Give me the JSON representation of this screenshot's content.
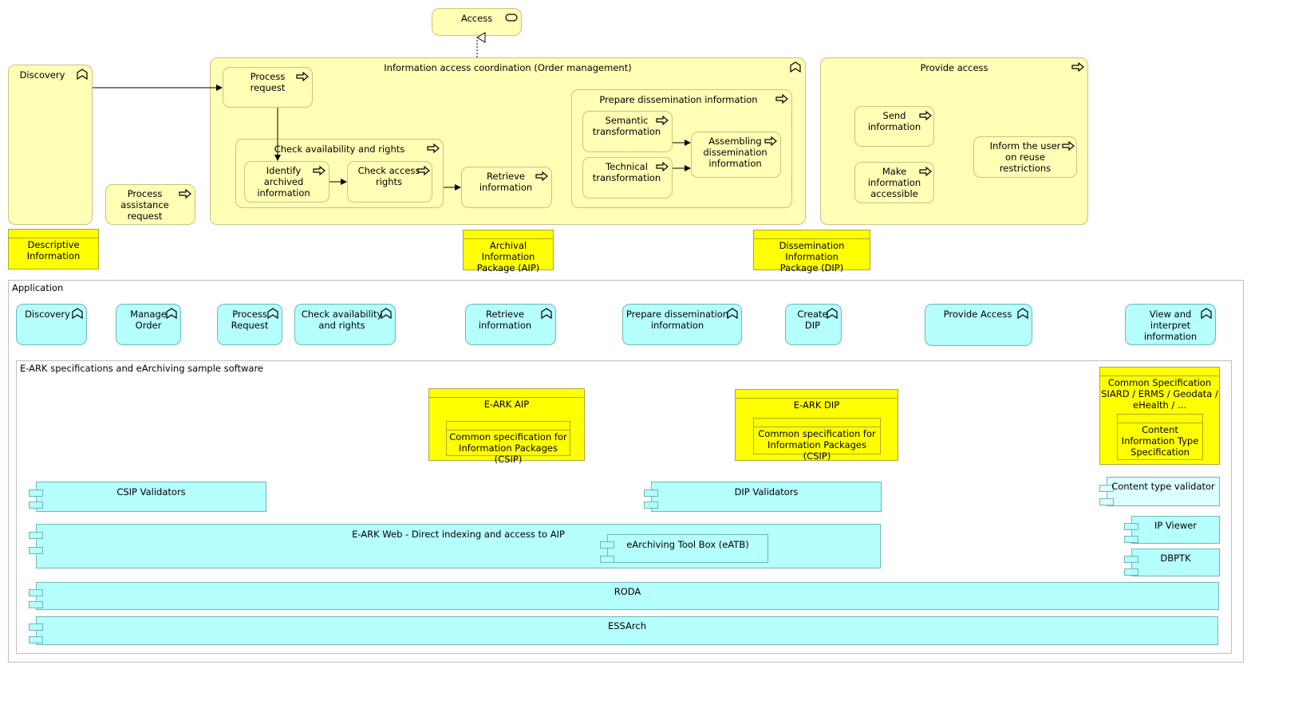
{
  "colors": {
    "business": "#ffffb5",
    "application": "#b5ffff",
    "data_object": "#ffff00",
    "group_border": "#bfbfbf"
  },
  "access_service": "Access",
  "business_functions": {
    "discovery": "Discovery",
    "info_access_coordination": "Information access coordination (Order management)",
    "provide_access": "Provide access"
  },
  "business_processes": {
    "process_request": "Process\nrequest",
    "check_availability": "Check availability and rights",
    "identify_archived": "Identify\narchived\ninformation",
    "check_access_rights": "Check access\nrights",
    "retrieve_information": "Retrieve\ninformation",
    "prepare_dissemination": "Prepare dissemination information",
    "semantic_transformation": "Semantic\ntransformation",
    "technical_transformation": "Technical\ntransformation",
    "assembling_dissemination": "Assembling\ndissemination\ninformation",
    "process_assistance": "Process\nassistance\nrequest",
    "send_information": "Send\ninformation",
    "make_accessible": "Make\ninformation\naccessible",
    "inform_reuse": "Inform the user\non reuse\nrestrictions"
  },
  "business_objects": {
    "descriptive": "Descriptive\nInformation",
    "aip": "Archival Information\nPackage (AIP)",
    "dip": "Dissemination Information\nPackage (DIP)"
  },
  "application_group": {
    "title": "Application",
    "functions": [
      "Discovery",
      "Manage\nOrder",
      "Process\nRequest",
      "Check availability\nand rights",
      "Retrieve\ninformation",
      "Prepare dissemination\ninformation",
      "Create\nDIP",
      "Provide Access",
      "View and\ninterpret\ninformation"
    ]
  },
  "eark_group": {
    "title": "E-ARK specifications and eArchiving sample software",
    "eark_aip": "E-ARK AIP",
    "csip_aip": "Common specification for\nInformation Packages (CSIP)",
    "eark_dip": "E-ARK DIP",
    "csip_dip": "Common specification for\nInformation Packages (CSIP)",
    "common_spec": "Common Specification\nSIARD / ERMS / Geodata /\neHealth / ...",
    "content_type_spec": "Content\nInformation Type\nSpecification",
    "components": {
      "csip_validators": "CSIP Validators",
      "dip_validators": "DIP Validators",
      "content_type_validator": "Content type validator",
      "eark_web": "E-ARK Web - Direct indexing and access to AIP",
      "eatb": "eArchiving Tool Box (eATB)",
      "ip_viewer": "IP Viewer",
      "dbptk": "DBPTK",
      "roda": "RODA",
      "essarch": "ESSArch"
    }
  }
}
